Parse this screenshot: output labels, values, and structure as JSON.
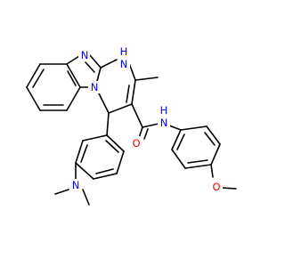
{
  "colors": {
    "background": "#ffffff",
    "bond": "#000000",
    "nitrogen": "#0000ff",
    "oxygen": "#ff0000",
    "carbon_label": "#000000"
  },
  "labels": {
    "n_imine": "N",
    "nh": "N",
    "h_on_n": "H",
    "n_bridge": "N",
    "amide_o": "O",
    "amide_n": "N",
    "amide_h": "H",
    "methoxy_o": "O",
    "dimethylamino_n": "N"
  }
}
